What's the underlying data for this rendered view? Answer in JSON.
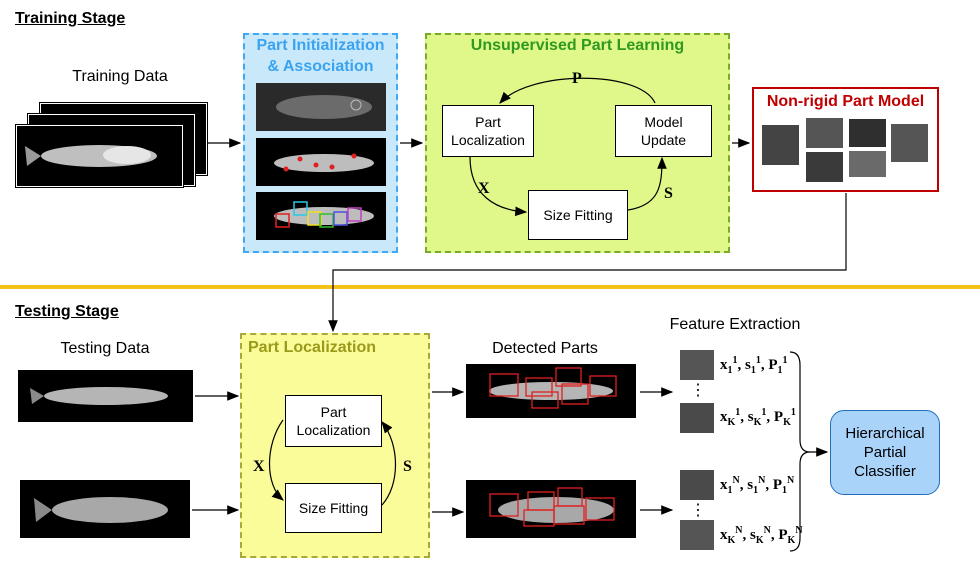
{
  "training": {
    "stage_title": "Training Stage",
    "data_label": "Training Data",
    "init_title_line1": "Part Initialization",
    "init_title_line2": "& Association",
    "learning_title": "Unsupervised Part Learning",
    "node_localization_line1": "Part",
    "node_localization_line2": "Localization",
    "node_model_line1": "Model",
    "node_model_line2": "Update",
    "node_size": "Size Fitting",
    "arrow_p": "P",
    "arrow_x": "X",
    "arrow_s": "S",
    "model_title": "Non-rigid Part Model"
  },
  "testing": {
    "stage_title": "Testing Stage",
    "data_label": "Testing Data",
    "loc_title": "Part Localization",
    "node_localization_line1": "Part",
    "node_localization_line2": "Localization",
    "node_size": "Size Fitting",
    "arrow_x": "X",
    "arrow_s": "S",
    "detected_label": "Detected Parts",
    "feature_label": "Feature Extraction",
    "vdots": "⋮",
    "features": {
      "row1": {
        "x": "x",
        "s": "s",
        "p": "P",
        "sub": "1",
        "sup": "1"
      },
      "rowK": {
        "x": "x",
        "s": "s",
        "p": "P",
        "sub": "K",
        "sup": "1"
      },
      "rowN1": {
        "x": "x",
        "s": "s",
        "p": "P",
        "sub": "1",
        "sup": "N"
      },
      "rowNK": {
        "x": "x",
        "s": "s",
        "p": "P",
        "sub": "K",
        "sup": "N"
      }
    },
    "classifier_line1": "Hierarchical",
    "classifier_line2": "Partial",
    "classifier_line3": "Classifier"
  },
  "colors": {
    "init_fill": "#c9e9fb",
    "init_border": "#3fa9f5",
    "init_title": "#3aa3f0",
    "learn_fill": "#e0f78a",
    "learn_border": "#7aaa2a",
    "learn_title": "#2f9a1f",
    "model_border": "#c00000",
    "model_title": "#c00000",
    "loc_fill": "#fafc9a",
    "loc_border": "#a9a93a",
    "loc_title": "#9a9a1a",
    "divider": "#f2c316",
    "classifier_fill": "#a9d3f9",
    "classifier_border": "#1f6fbf",
    "box_red": "#e02020"
  }
}
